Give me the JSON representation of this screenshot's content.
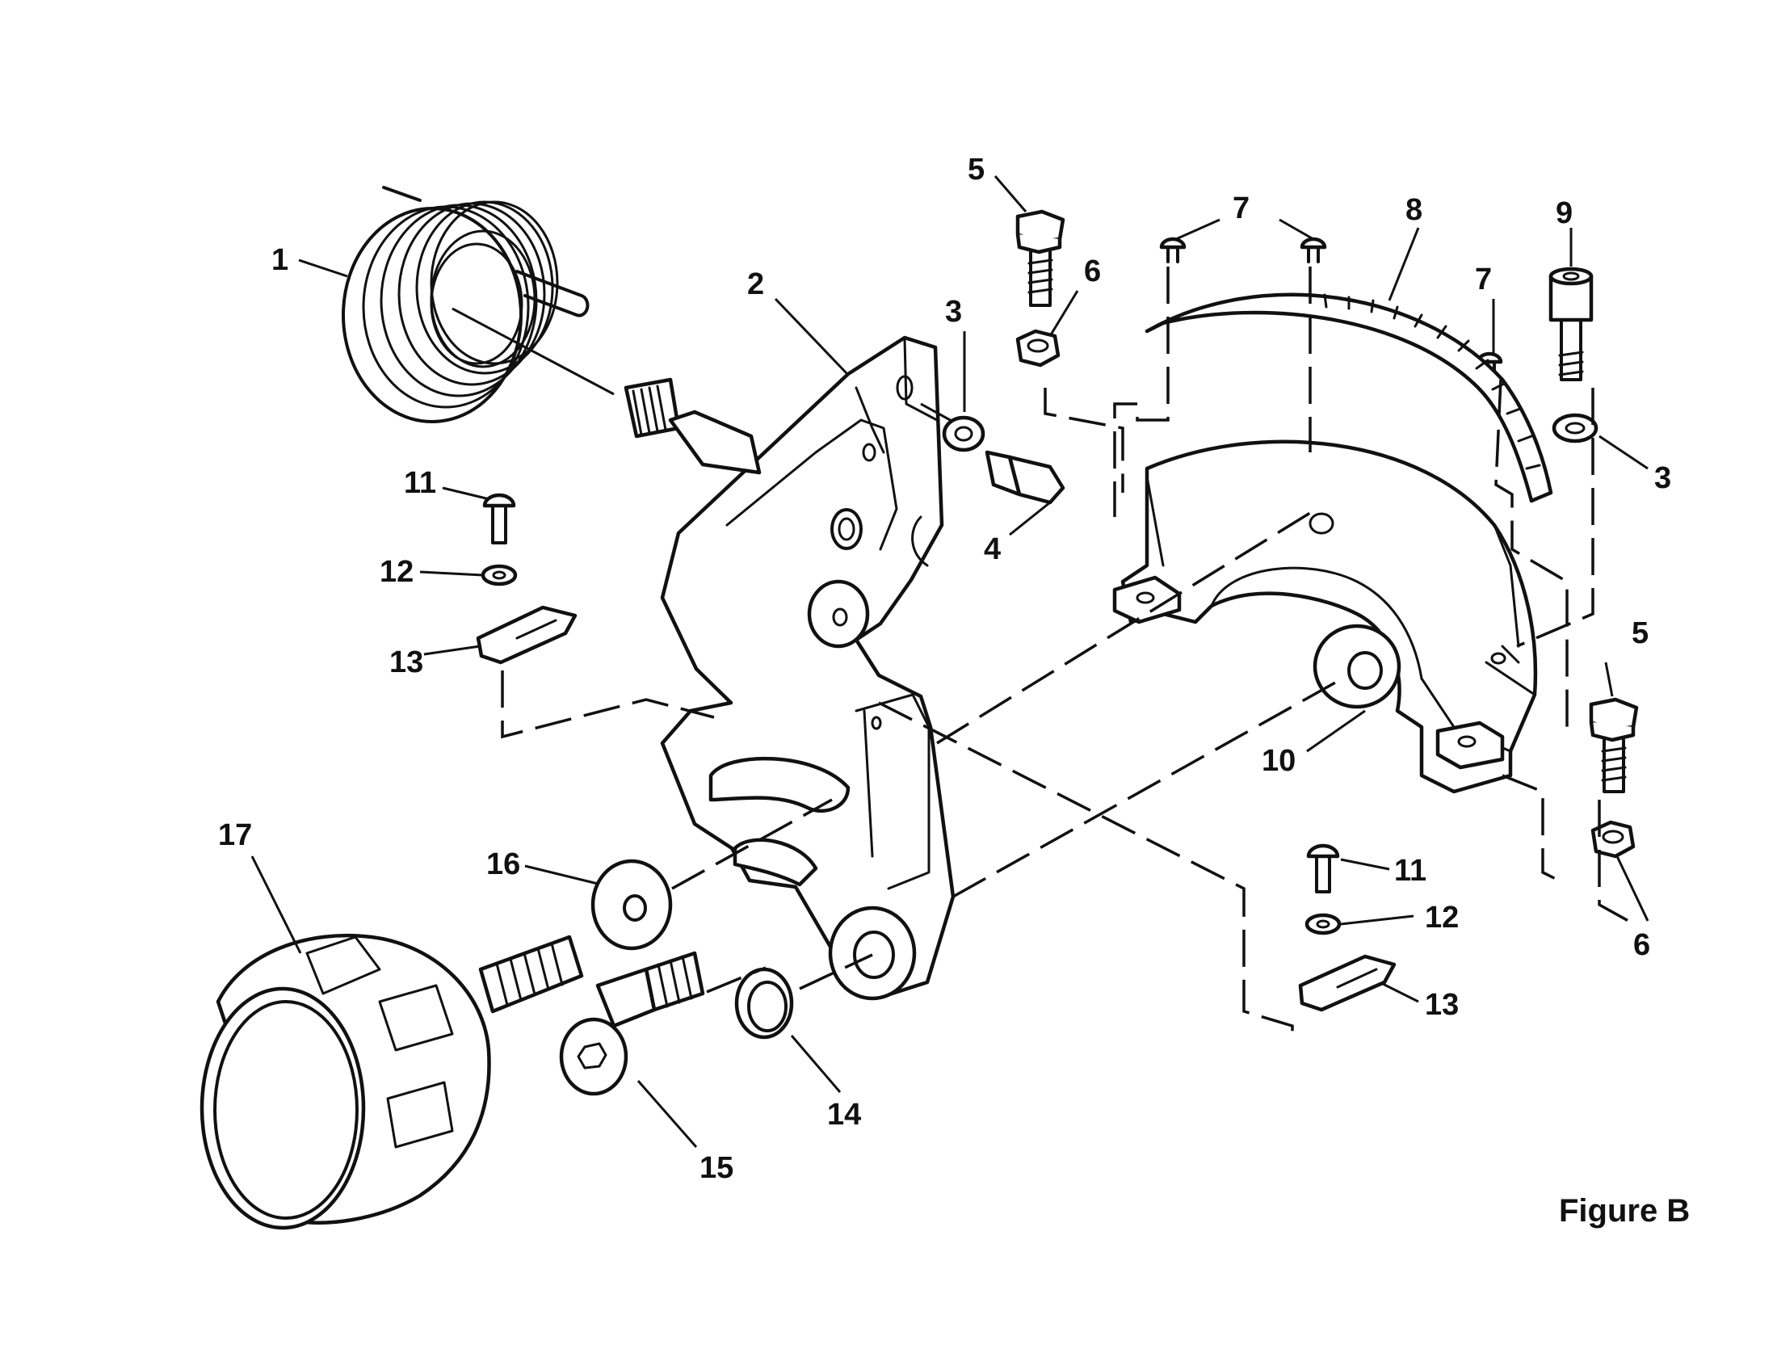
{
  "figure": {
    "caption": "Figure B"
  },
  "callouts": [
    {
      "id": "c1",
      "number": "1"
    },
    {
      "id": "c2",
      "number": "2"
    },
    {
      "id": "c3a",
      "number": "3"
    },
    {
      "id": "c3b",
      "number": "3"
    },
    {
      "id": "c4",
      "number": "4"
    },
    {
      "id": "c5a",
      "number": "5"
    },
    {
      "id": "c5b",
      "number": "5"
    },
    {
      "id": "c6a",
      "number": "6"
    },
    {
      "id": "c6b",
      "number": "6"
    },
    {
      "id": "c7a",
      "number": "7"
    },
    {
      "id": "c7b",
      "number": "7"
    },
    {
      "id": "c8",
      "number": "8"
    },
    {
      "id": "c9",
      "number": "9"
    },
    {
      "id": "c10",
      "number": "10"
    },
    {
      "id": "c11a",
      "number": "11"
    },
    {
      "id": "c11b",
      "number": "11"
    },
    {
      "id": "c12a",
      "number": "12"
    },
    {
      "id": "c12b",
      "number": "12"
    },
    {
      "id": "c13a",
      "number": "13"
    },
    {
      "id": "c13b",
      "number": "13"
    },
    {
      "id": "c14",
      "number": "14"
    },
    {
      "id": "c15",
      "number": "15"
    },
    {
      "id": "c16",
      "number": "16"
    },
    {
      "id": "c17",
      "number": "17"
    }
  ]
}
